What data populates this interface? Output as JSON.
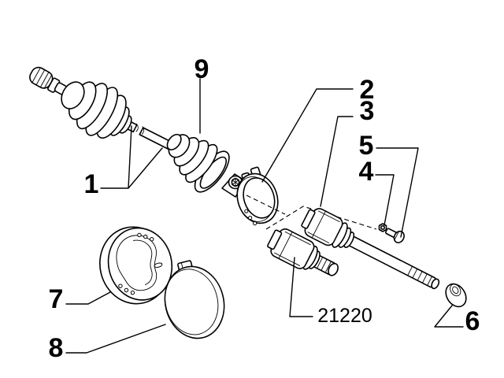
{
  "page": {
    "background_color": "#ffffff",
    "ink_color": "#000000"
  },
  "diagram": {
    "description": "exploded parts drawing of a drive shaft with CV joints, boots, clamp, fasteners and covers",
    "callouts": {
      "c1": "1",
      "c2": "2",
      "c3": "3",
      "c4": "4",
      "c5": "5",
      "c6": "6",
      "c7": "7",
      "c8": "8",
      "c9": "9"
    },
    "reference_label": "21220"
  }
}
